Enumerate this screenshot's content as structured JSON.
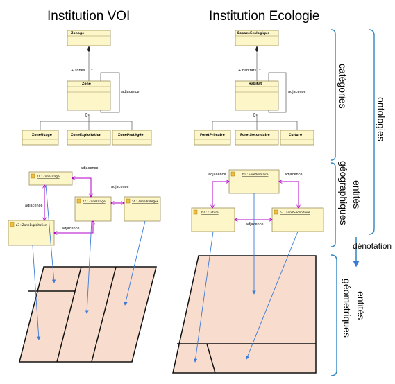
{
  "titles": {
    "left": "Institution VOI",
    "right": "Institution Ecologie"
  },
  "left_model": {
    "root": "Zonage",
    "category": "Zone",
    "role": "+ zones",
    "multiplicity": "*",
    "self_assoc": "adjacence",
    "subclasses": [
      "ZoneUsage",
      "ZoneExploitation",
      "ZoneProtégée"
    ]
  },
  "right_model": {
    "root": "EspaceEcologique",
    "category": "Habitat",
    "role": "+ habitats",
    "multiplicity": "*",
    "self_assoc": "adjacence",
    "subclasses": [
      "ForetPrimaire",
      "ForetSecondaire",
      "Culture"
    ]
  },
  "left_instances": {
    "objects": [
      "z1 : ZoneUsage",
      "z2 : ZoneUsage",
      "z3 : ZoneExploitation",
      "z4 : ZoneProtegée"
    ],
    "links": [
      "adjacence",
      "adjacence",
      "adjacence",
      "adjacence"
    ]
  },
  "right_instances": {
    "objects": [
      "h1 : ForetPrimaire",
      "h2 : Culture",
      "h3 : ForetSecondaire"
    ],
    "links": [
      "adjacence",
      "adjacence",
      "adjacence"
    ]
  },
  "side_labels": {
    "categories": "catégories",
    "ontologies": "ontologies",
    "entites_geo_1": "entités",
    "entites_geo_2": "géographiques",
    "denotation": "dénotation",
    "entites_geom_1": "entités",
    "entites_geom_2": "géometriques"
  },
  "colors": {
    "class_fill": "#fdf6c8",
    "class_border": "#9a8f5a",
    "link": "#b000c8",
    "denotation_arrow": "#3a7bd5",
    "parcel_fill": "#f8dccd",
    "bracket": "#2e86c1"
  }
}
